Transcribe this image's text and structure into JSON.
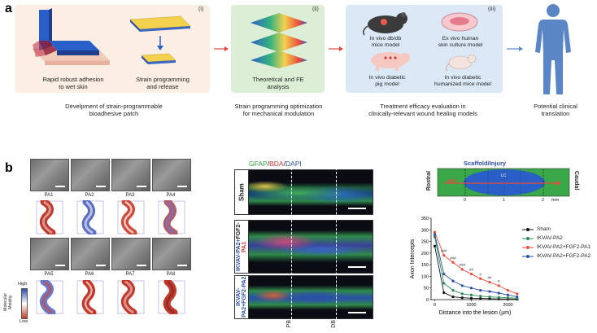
{
  "panel_a": {
    "letter": "a",
    "stage1": {
      "numeral": "(i)",
      "label_left": "Rapid robust adhesion\nto wet skin",
      "label_right": "Strain programming\nand release",
      "caption": "Develpment of strain-programmable\nbioadhesive patch"
    },
    "stage2": {
      "numeral": "(ii)",
      "label": "Theoretical and FE\nanalysis",
      "caption": "Strain programming optimization\nfor mechanical modulation"
    },
    "stage3": {
      "numeral": "(iii)",
      "models": [
        "In vivo db/db\nmice model",
        "Ex vivo human\nskin culture model",
        "In vivo diabetic\npig model",
        "In vivo diabetic\nhumanized mice model"
      ],
      "caption": "Treatment efficacy evaluation in\nclinically-relevant wound healing models"
    },
    "stage4": {
      "caption": "Potential clinical\ntranslation"
    },
    "colors": {
      "stage1_bg": "#fbeee3",
      "stage2_bg": "#dcefd6",
      "stage3_bg": "#dbe9f6",
      "arrow": "#d9483b",
      "human": "#5a86c6"
    }
  },
  "panel_b": {
    "letter": "b",
    "tem_labels": [
      "PA1",
      "PA2",
      "PA3",
      "PA4",
      "PA5",
      "PA6",
      "PA7",
      "PA8"
    ],
    "mobility_scale": {
      "high": "High",
      "low": "Low",
      "title": "Molecular\nMobility"
    },
    "stain_title": {
      "gfap": "GFAP",
      "sep1": "/",
      "bda": "BDA",
      "sep2": "/",
      "dapi": "DAPI"
    },
    "rows": [
      {
        "label": "Sham"
      },
      {
        "label_line1": "IKVAV-PA2+",
        "label_line2": "FGF2-",
        "label_line2b": "PA1"
      },
      {
        "label_line1": "IKVAV-PA2+",
        "label_line2": "FGF2-PA2"
      }
    ],
    "pb_label": "PB",
    "db_label": "DB",
    "schematic": {
      "title": "Scaffold/Injury",
      "rostral": "Rostral",
      "caudal": "Caudal",
      "bda": "BDA",
      "lc": "LC",
      "ticks": [
        "0",
        "1",
        "2"
      ],
      "unit": "mm"
    }
  },
  "chart_data": {
    "type": "line",
    "title": "",
    "xlabel": "Distance into the lesion (µm)",
    "ylabel": "Axon Intercepts",
    "xlim": [
      -100,
      2300
    ],
    "ylim": [
      0,
      350
    ],
    "xticks": [
      0,
      1000,
      2000
    ],
    "yticks": [
      0,
      50,
      100,
      150,
      200,
      250,
      300,
      350
    ],
    "x": [
      0,
      250,
      500,
      750,
      1000,
      1250,
      1500,
      1750,
      2000,
      2250
    ],
    "series": [
      {
        "name": "Sham",
        "color": "#111111",
        "values": [
          230,
          30,
          12,
          8,
          6,
          5,
          4,
          3,
          3,
          2
        ]
      },
      {
        "name": "IKVAV-PA2",
        "color": "#2e8b57",
        "values": [
          270,
          70,
          40,
          25,
          20,
          15,
          12,
          10,
          8,
          6
        ]
      },
      {
        "name": "IKVAV-PA2+FGF2-PA1",
        "color": "#e74c3c",
        "values": [
          290,
          190,
          160,
          130,
          110,
          90,
          75,
          60,
          40,
          25
        ]
      },
      {
        "name": "IKVAV-PA2+FGF2-PA2",
        "color": "#2a4fa8",
        "values": [
          280,
          110,
          80,
          60,
          50,
          40,
          35,
          28,
          20,
          12
        ]
      }
    ],
    "annotations": [
      "###",
      "###",
      "###",
      "##",
      "#",
      "##",
      "#"
    ],
    "legend_position": "right"
  }
}
